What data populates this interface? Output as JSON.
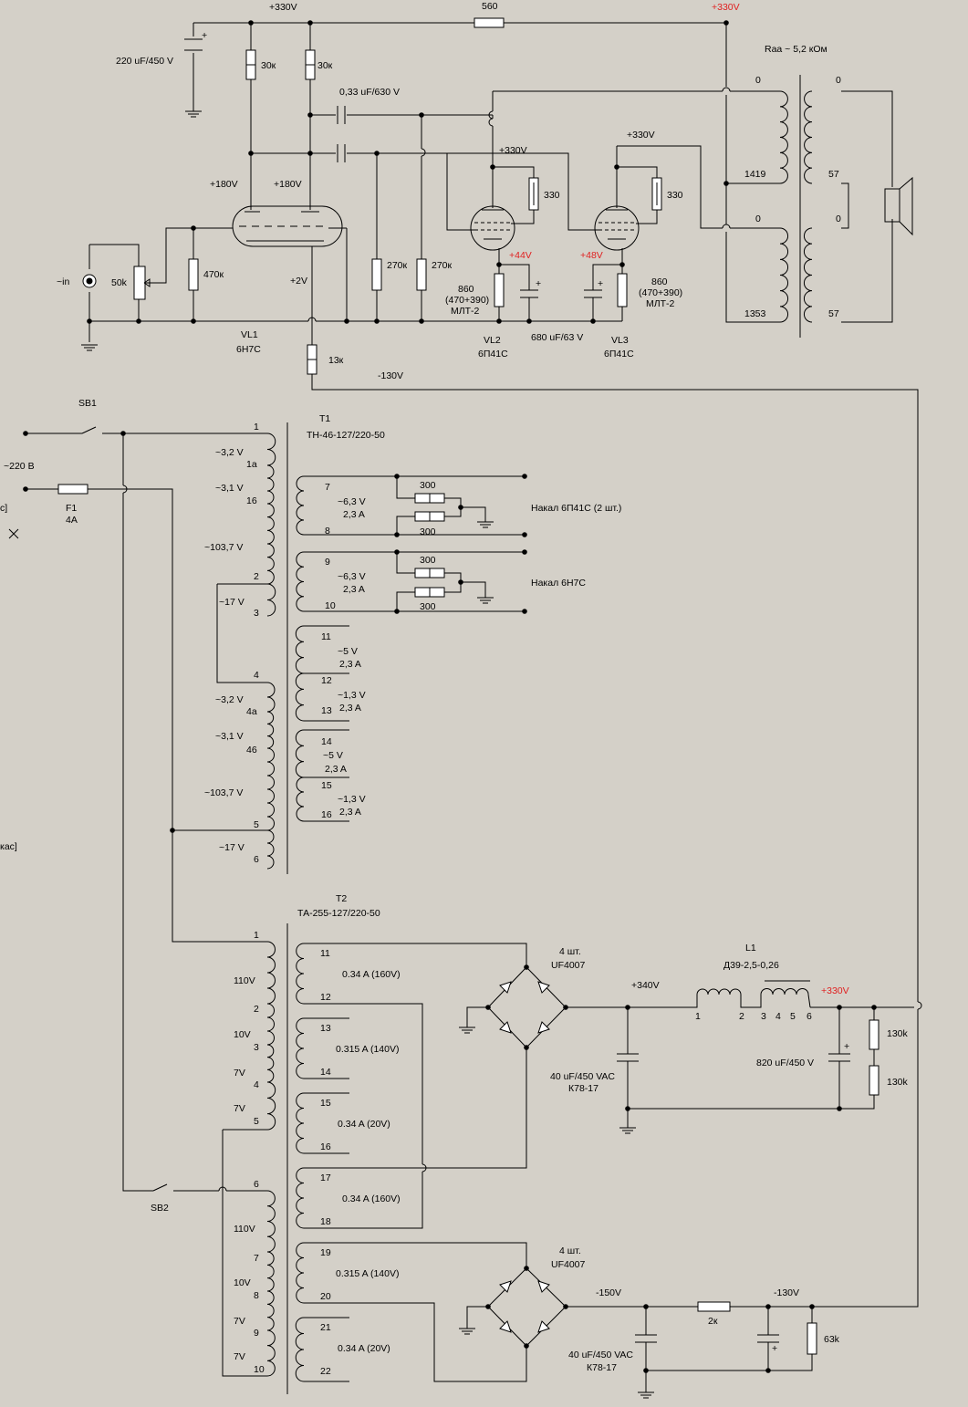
{
  "rails": {
    "b330": "+330V",
    "b330_red": "+330V",
    "r560": "560",
    "raa": "Raa ~ 5,2 кОм",
    "minus130": "-130V"
  },
  "amp": {
    "c_filter": "220 uF/450 V",
    "r_load1": "30к",
    "r_load2": "30к",
    "c_coupling": "0,33 uF/630 V",
    "v180_1": "+180V",
    "v180_2": "+180V",
    "in_label": "~in",
    "pot": "50k",
    "r470": "470к",
    "v2": "+2V",
    "vl1": "VL1",
    "vl1_type": "6Н7С",
    "r13k": "13к",
    "r270_1": "270к",
    "r270_2": "270к",
    "vl2_b": "+330V",
    "vl3_b": "+330V",
    "r330_1": "330",
    "r330_2": "330",
    "v44": "+44V",
    "v48": "+48V",
    "rk2_a": "860",
    "rk2_b": "(470+390)",
    "rk2_c": "МЛТ-2",
    "rk3_a": "860",
    "rk3_b": "(470+390)",
    "rk3_c": "МЛТ-2",
    "ck": "680 uF/63 V",
    "vl2": "VL2",
    "vl2_type": "6П41С",
    "vl3": "VL3",
    "vl3_type": "6П41С"
  },
  "ot": {
    "p0a": "0",
    "p1419": "1419",
    "p0b": "0",
    "p1353": "1353",
    "s0a": "0",
    "s57a": "57",
    "s0b": "0",
    "s57b": "57"
  },
  "t1": {
    "sb1": "SB1",
    "mains": "~220 В",
    "f1": "F1",
    "f1_val": "4A",
    "name": "Т1",
    "type": "ТН-46-127/220-50",
    "pins_left": [
      "1",
      "1а",
      "16",
      "2",
      "3",
      "4",
      "4а",
      "46",
      "5",
      "6"
    ],
    "volt_left": [
      "~3,2 V",
      "~3,1 V",
      "~103,7 V",
      "~17 V",
      "~3,2 V",
      "~3,1 V",
      "~103,7 V",
      "~17 V"
    ],
    "pins_right": [
      "7",
      "8",
      "9",
      "10",
      "11",
      "12",
      "13",
      "14",
      "15",
      "16"
    ],
    "sec_v": [
      "~6,3 V",
      "~6,3 V",
      "~5 V",
      "~1,3 V",
      "~5 V",
      "~1,3 V"
    ],
    "sec_a": [
      "2,3 A",
      "2,3 A",
      "2,3 A",
      "2,3 A",
      "2,3 A",
      "2,3 A"
    ],
    "hr": [
      "300",
      "300",
      "300",
      "300"
    ],
    "heater1": "Накал 6П41С (2 шт.)",
    "heater2": "Накал 6Н7С",
    "edge1": "c]",
    "edge2": "кас]"
  },
  "t2": {
    "name": "Т2",
    "type": "ТА-255-127/220-50",
    "pins_left": [
      "1",
      "2",
      "3",
      "4",
      "5",
      "6",
      "7",
      "8",
      "9",
      "10"
    ],
    "volt_left": [
      "110V",
      "10V",
      "7V",
      "7V",
      "110V",
      "10V",
      "7V",
      "7V"
    ],
    "pins_right": [
      "11",
      "12",
      "13",
      "14",
      "15",
      "16",
      "17",
      "18",
      "19",
      "20",
      "21",
      "22"
    ],
    "sec": [
      "0.34 A (160V)",
      "0.315 A (140V)",
      "0.34 A (20V)",
      "0.34 A (160V)",
      "0.315 A (140V)",
      "0.34 A (20V)"
    ],
    "sb2": "SB2",
    "bridge1_a": "4 шт.",
    "bridge1_b": "UF4007",
    "bridge2_a": "4 шт.",
    "bridge2_b": "UF4007",
    "v340": "+340V",
    "l1": "L1",
    "l1_type": "Д39-2,5-0,26",
    "l1_pins": [
      "1",
      "2",
      "3",
      "4",
      "5",
      "6"
    ],
    "v330": "+330V",
    "c40_a": "40 uF/450 VAC",
    "c40_b": "К78-17",
    "c820": "820 uF/450 V",
    "r130_1": "130k",
    "r130_2": "130k",
    "v150": "-150V",
    "v130": "-130V",
    "r2k": "2к",
    "r63k": "63k",
    "c40n_a": "40 uF/450 VAC",
    "c40n_b": "К78-17"
  }
}
